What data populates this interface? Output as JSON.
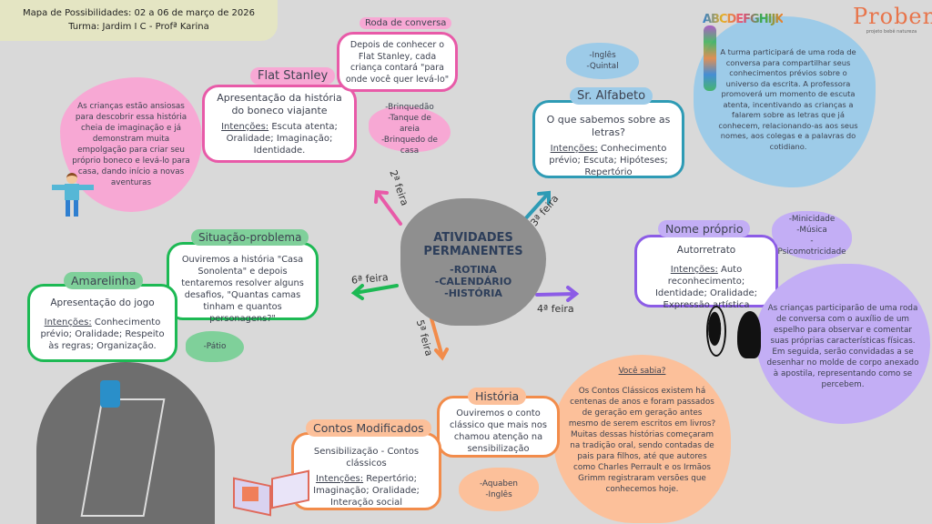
{
  "header": {
    "line1": "Mapa de Possibilidades: 02 a 06 de março de 2026",
    "line2": "Turma: Jardim I C - Profª Karina"
  },
  "logo": {
    "text": "Proben",
    "subtitle": "projeto bebê natureza"
  },
  "center": {
    "title1": "ATIVIDADES",
    "title2": "PERMANENTES",
    "items": [
      "-ROTINA",
      "-CALENDÁRIO",
      "-HISTÓRIA"
    ]
  },
  "days": {
    "mon": "2ª feira",
    "tue": "3ª feira",
    "wed": "4ª feira",
    "thu": "5ª feira",
    "fri": "6ª feira"
  },
  "intent_label": "Intenções:",
  "roda": {
    "label": "Roda de conversa",
    "text": "Depois de conhecer o Flat Stanley, cada criança contará \"para onde você quer levá-lo\""
  },
  "flat": {
    "label": "Flat Stanley",
    "title": "Apresentação da história do boneco viajante",
    "intents": " Escuta atenta; Oralidade; Imaginação; Identidade."
  },
  "flat_note": "As crianças estão ansiosas para descobrir essa história cheia de imaginação e já demonstram muita empolgação para criar seu próprio boneco e levá-lo para casa, dando início a novas aventuras",
  "flat_places": [
    "-Brinquedão",
    "-Tanque de areia",
    "-Brinquedo de casa"
  ],
  "alfa_places": [
    "-Inglês",
    "-Quintal"
  ],
  "alfa": {
    "label": "Sr. Alfabeto",
    "title": "O que sabemos sobre as letras?",
    "intents": " Conhecimento prévio; Escuta; Hipóteses; Repertório"
  },
  "alfa_note": "A turma participará de uma roda de conversa para compartilhar seus conhecimentos prévios sobre o universo da escrita. A professora promoverá um momento de escuta atenta, incentivando as crianças a falarem sobre as letras que já conhecem, relacionando-as aos seus nomes, aos colegas e a palavras do cotidiano.",
  "letters": "ABCDEFGHIJK",
  "nome": {
    "label": "Nome próprio",
    "title": "Autorretrato",
    "intents": " Auto reconhecimento; Identidade; Oralidade; Expressão artística"
  },
  "nome_places": [
    "-Minicidade",
    "-Música",
    "-Psicomotricidade"
  ],
  "nome_note": "As crianças participarão de uma roda de conversa com o auxílio de um espelho para observar e comentar suas próprias características físicas. Em seguida, serão convidadas a se desenhar no molde de corpo anexado à apostila, representando como se percebem.",
  "situacao": {
    "label": "Situação-problema",
    "text": "Ouviremos a história \"Casa Sonolenta\" e depois tentaremos resolver alguns desafios, \"Quantas camas tinham e quantos personagens?\""
  },
  "amarelinha": {
    "label": "Amarelinha",
    "title": "Apresentação do jogo",
    "intents": " Conhecimento prévio; Oralidade; Respeito às regras; Organização."
  },
  "amarelinha_places": [
    "-Pátio"
  ],
  "historia": {
    "label": "História",
    "text": "Ouviremos o conto clássico que mais nos chamou atenção na sensibilização"
  },
  "contos": {
    "label": "Contos Modificados",
    "title": "Sensibilização - Contos clássicos",
    "intents": " Repertório; Imaginação; Oralidade; Interação social"
  },
  "contos_places": [
    "-Aquaben",
    "-Inglês"
  ],
  "sabia": {
    "title": "Você sabia?",
    "text": "Os Contos Clássicos existem há centenas de anos e foram passados de geração em geração antes mesmo de serem escritos em livros? Muitas dessas histórias começaram na tradição oral, sendo contadas de pais para filhos, até que autores como Charles Perrault e os Irmãos Grimm registraram versões que conhecemos hoje."
  },
  "colors": {
    "pink": "#e85aa8",
    "pinkfill": "#f7a8d4",
    "blue": "#2e9bb5",
    "bluefill": "#9dcbe8",
    "purple": "#8c5ce6",
    "purplefill": "#c3aef5",
    "green": "#1db954",
    "greenfill": "#7fd09a",
    "orange": "#f28c4b",
    "orangefill": "#fcc09a"
  }
}
